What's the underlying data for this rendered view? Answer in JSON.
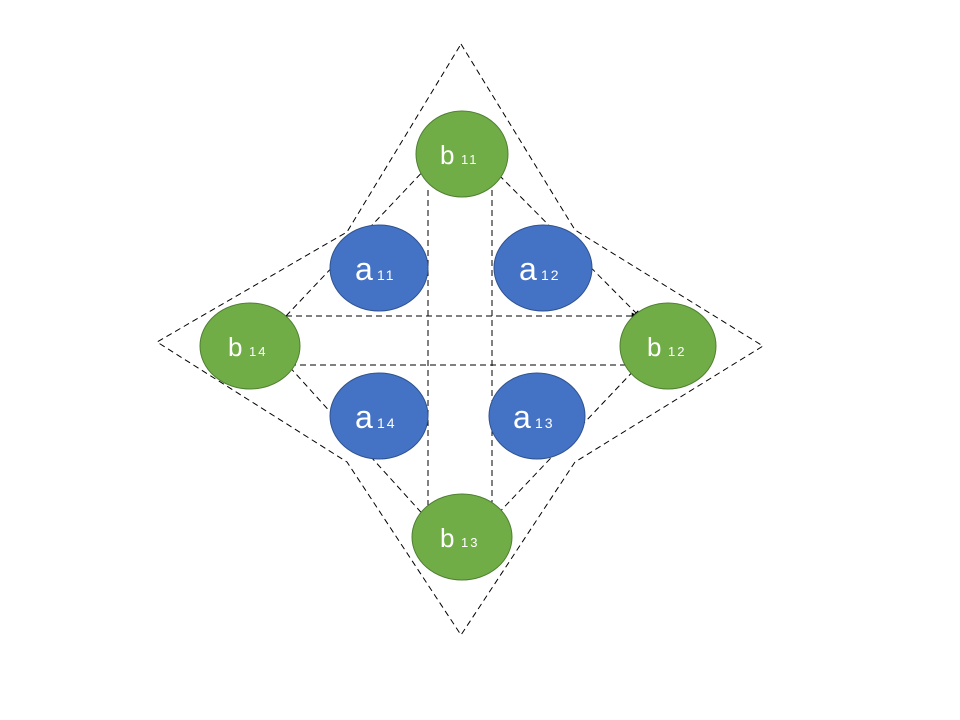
{
  "colors": {
    "green_node": "#70AD47",
    "blue_node": "#4472C4",
    "node_border_green": "#4F7F31",
    "node_border_blue": "#2F528F",
    "label": "#FFFFFF",
    "dashed_lines": "#000000"
  },
  "nodes": {
    "b11": {
      "letter": "b",
      "sub": "11"
    },
    "b12": {
      "letter": "b",
      "sub": "12"
    },
    "b13": {
      "letter": "b",
      "sub": "13"
    },
    "b14": {
      "letter": "b",
      "sub": "14"
    },
    "a11": {
      "letter": "a",
      "sub": "11"
    },
    "a12": {
      "letter": "a",
      "sub": "12"
    },
    "a13": {
      "letter": "a",
      "sub": "13"
    },
    "a14": {
      "letter": "a",
      "sub": "14"
    }
  }
}
